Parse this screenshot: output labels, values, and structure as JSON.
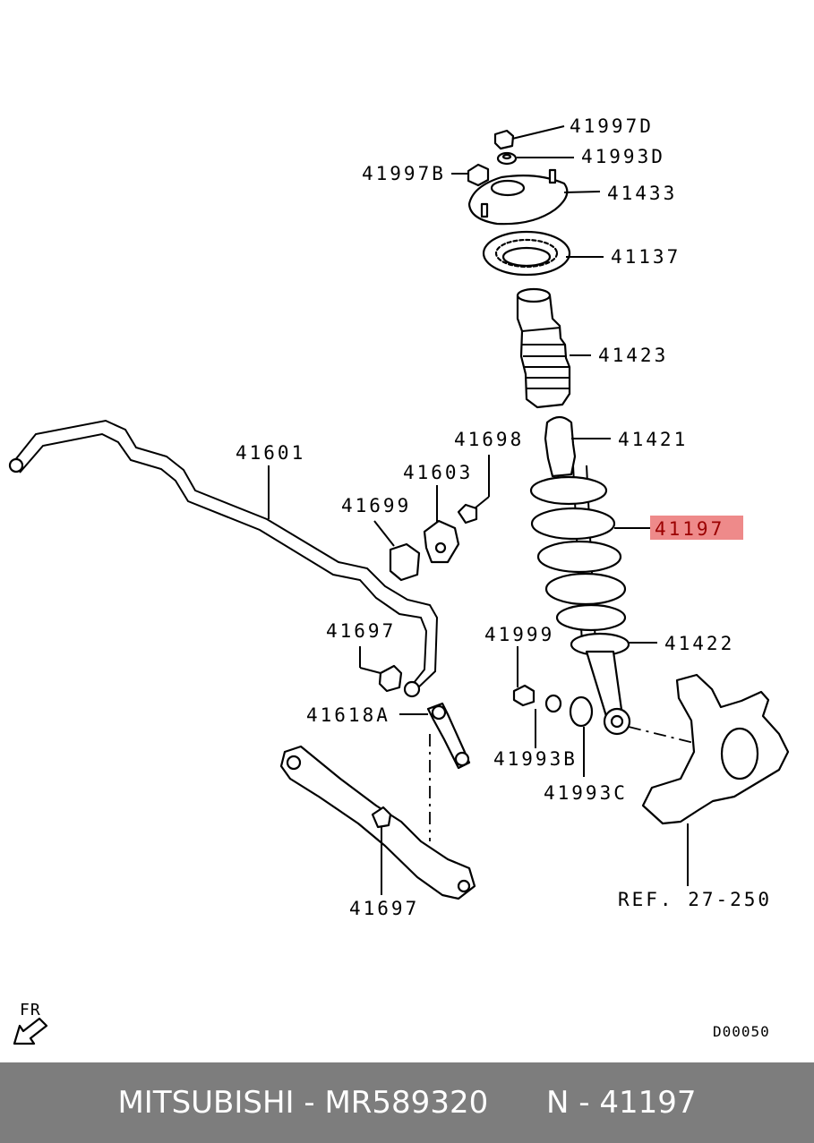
{
  "labels": {
    "p41997D": "41997D",
    "p41993D": "41993D",
    "p41997B": "41997B",
    "p41433": "41433",
    "p41137": "41137",
    "p41423": "41423",
    "p41421": "41421",
    "p41698": "41698",
    "p41603": "41603",
    "p41601": "41601",
    "p41699": "41699",
    "p41197": "41197",
    "p41999": "41999",
    "p41422": "41422",
    "p41697a": "41697",
    "p41618A": "41618A",
    "p41993B": "41993B",
    "p41993C": "41993C",
    "p41697b": "41697",
    "ref": "REF. 27-250",
    "fr": "FR",
    "diagram_code": "D00050"
  },
  "highlight_color": "#ee8a8a",
  "footer": {
    "text": "MITSUBISHI - MR589320      N - 41197",
    "background": "#7d7d7d"
  }
}
